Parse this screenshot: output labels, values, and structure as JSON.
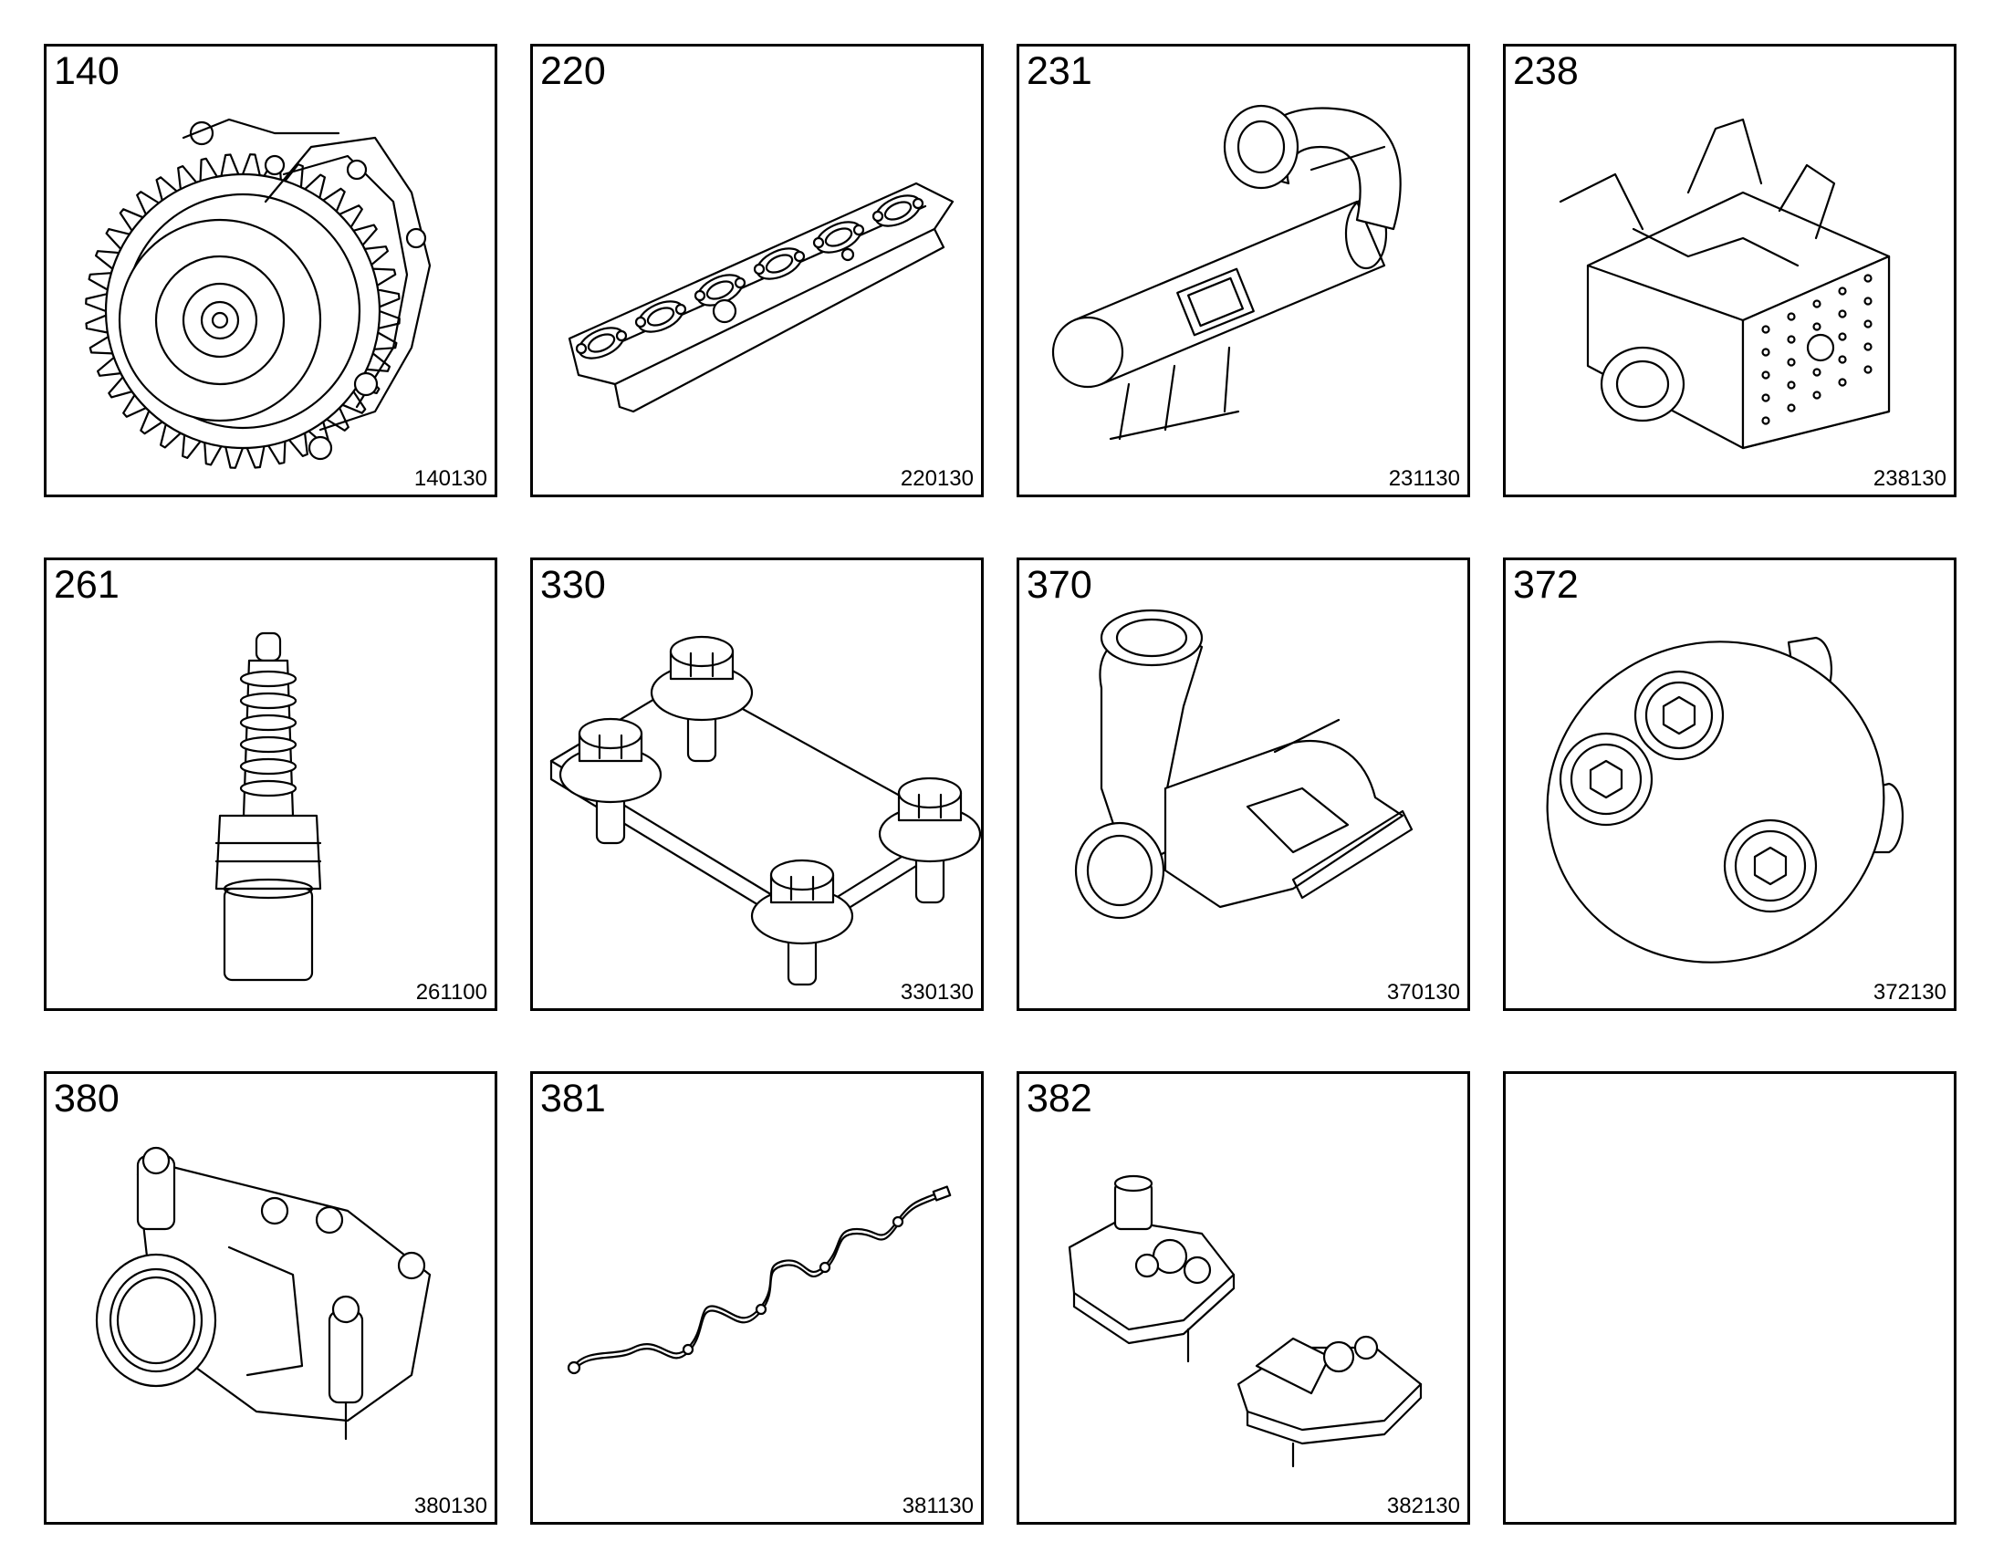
{
  "tiles": [
    {
      "number": "140",
      "code": "140130",
      "icon": "oil-pump-gear"
    },
    {
      "number": "220",
      "code": "220130",
      "icon": "exhaust-manifold"
    },
    {
      "number": "231",
      "code": "231130",
      "icon": "exhaust-pipe-silencer"
    },
    {
      "number": "238",
      "code": "238130",
      "icon": "exhaust-aftertreatment-box"
    },
    {
      "number": "261",
      "code": "261100",
      "icon": "spark-plug"
    },
    {
      "number": "330",
      "code": "330130",
      "icon": "bolted-plate"
    },
    {
      "number": "370",
      "code": "370130",
      "icon": "coolant-pipe-elbow"
    },
    {
      "number": "372",
      "code": "372130",
      "icon": "flange-with-bolts"
    },
    {
      "number": "380",
      "code": "380130",
      "icon": "thermostat-housing"
    },
    {
      "number": "381",
      "code": "381130",
      "icon": "wiring-harness"
    },
    {
      "number": "382",
      "code": "382130",
      "icon": "sensor-housings"
    },
    {
      "number": "",
      "code": "",
      "icon": ""
    }
  ]
}
